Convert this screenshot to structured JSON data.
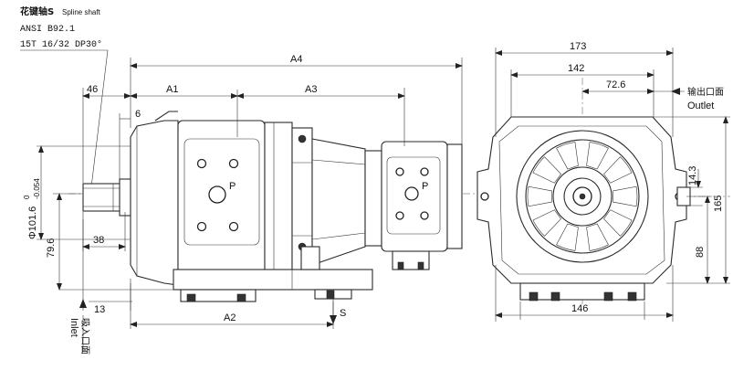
{
  "spline": {
    "title_cn": "花键轴S",
    "title_en": "Spline shaft",
    "standard": "ANSI B92.1",
    "spec": "15T 16/32 DP30°"
  },
  "dims_side": {
    "a4": "A4",
    "a1": "A1",
    "a3": "A3",
    "a2": "A2",
    "d46": "46",
    "d6": "6",
    "d38": "38",
    "d13": "13",
    "d79": "79.6",
    "phi_main": "Φ101.6",
    "phi_tol": "-0.054",
    "phi_tol_top": "0"
  },
  "dims_front": {
    "d173": "173",
    "d142": "142",
    "d72": "72.6",
    "d146": "146",
    "d14": "14.3",
    "d165": "165",
    "d88": "88"
  },
  "ports": {
    "p_label": "P",
    "s_label": "S",
    "outlet_cn": "输出口面",
    "outlet_en": "Outlet",
    "inlet_cn": "吸入口面",
    "inlet_en": "Inlet"
  }
}
